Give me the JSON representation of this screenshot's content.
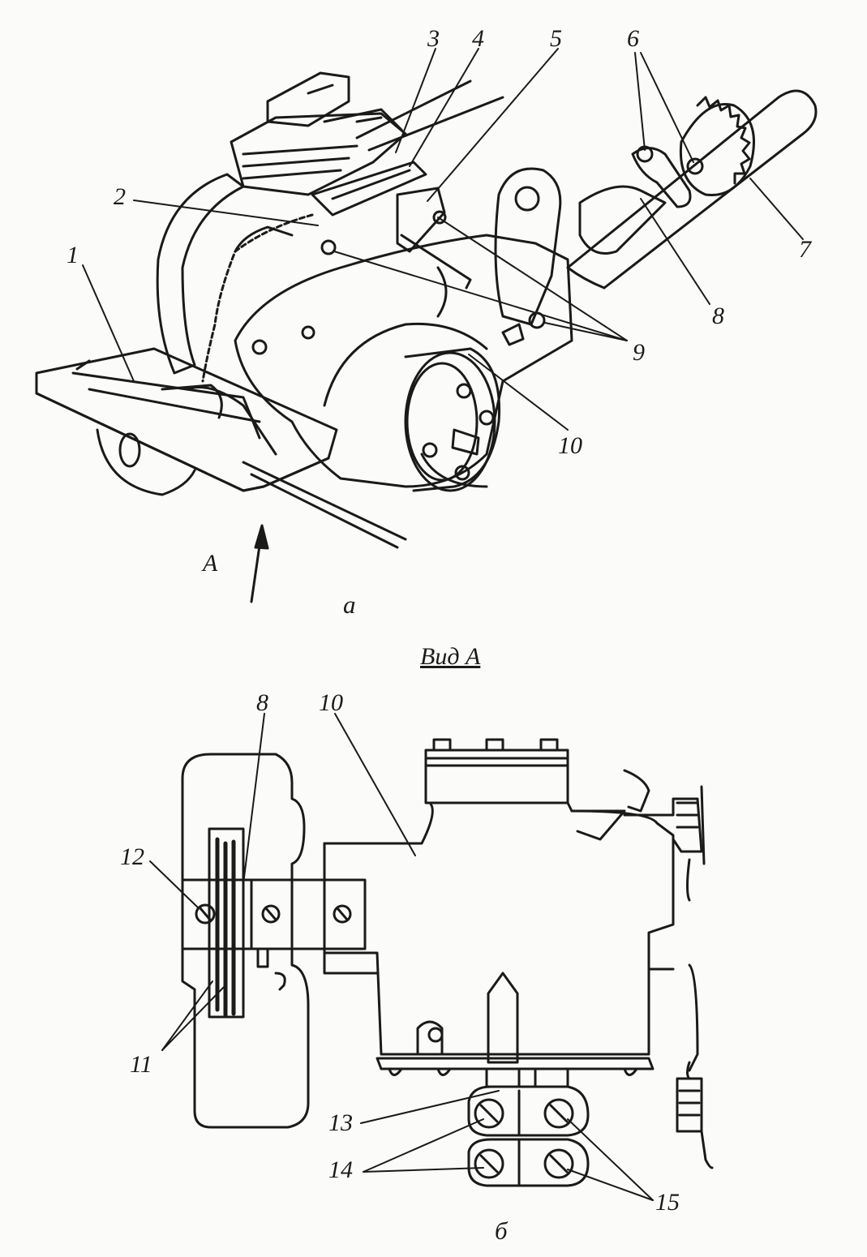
{
  "figure": {
    "top_caption": "а",
    "bottom_caption": "б",
    "view_title": "Вид А",
    "arrow_label": "A"
  },
  "top_labels": [
    "1",
    "2",
    "3",
    "4",
    "5",
    "6",
    "7",
    "8",
    "9",
    "10"
  ],
  "bottom_labels": [
    "8",
    "10",
    "11",
    "12",
    "13",
    "14",
    "15"
  ],
  "colors": {
    "ink": "#1a1a1a",
    "paper": "#fbfbf9"
  }
}
